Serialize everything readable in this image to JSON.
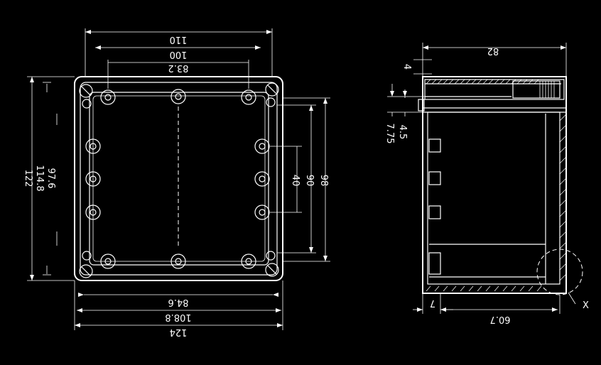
{
  "front_view": {
    "dims_top": [
      "110",
      "100",
      "83.2"
    ],
    "dims_bottom": [
      "84.6",
      "108.8",
      "124"
    ],
    "dims_left": [
      "122",
      "114.8",
      "97.6"
    ],
    "dims_right": [
      "40",
      "90",
      "98"
    ]
  },
  "side_view": {
    "dim_top": "82",
    "dim_top_small": "4",
    "dims_left": [
      "7.75",
      "4.5"
    ],
    "dim_bottom_small": "7",
    "dim_bottom": "60.7",
    "detail_label": "X"
  }
}
